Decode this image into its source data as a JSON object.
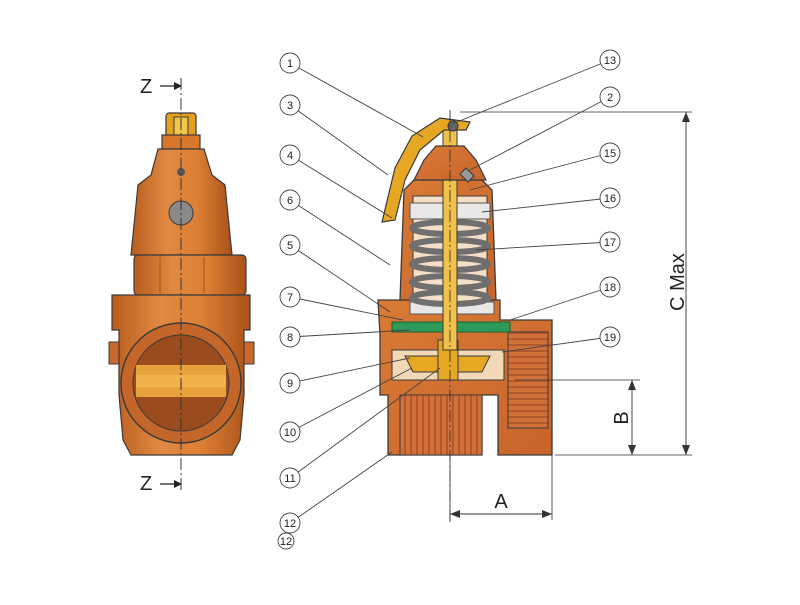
{
  "section_markers": {
    "top": "Z",
    "bottom": "Z"
  },
  "callouts": [
    {
      "id": "callout-1",
      "label": "1"
    },
    {
      "id": "callout-2",
      "label": "2"
    },
    {
      "id": "callout-3",
      "label": "3"
    },
    {
      "id": "callout-4",
      "label": "4"
    },
    {
      "id": "callout-5",
      "label": "5"
    },
    {
      "id": "callout-6",
      "label": "6"
    },
    {
      "id": "callout-7",
      "label": "7"
    },
    {
      "id": "callout-8",
      "label": "8"
    },
    {
      "id": "callout-9",
      "label": "9"
    },
    {
      "id": "callout-10",
      "label": "10"
    },
    {
      "id": "callout-11",
      "label": "11"
    },
    {
      "id": "callout-12",
      "label": "12"
    },
    {
      "id": "callout-12b",
      "label": "12"
    },
    {
      "id": "callout-13",
      "label": "13"
    },
    {
      "id": "callout-15",
      "label": "15"
    },
    {
      "id": "callout-16",
      "label": "16"
    },
    {
      "id": "callout-17",
      "label": "17"
    },
    {
      "id": "callout-18",
      "label": "18"
    },
    {
      "id": "callout-19",
      "label": "19"
    }
  ],
  "dimensions": {
    "a": "A",
    "b": "B",
    "c": "C Max"
  },
  "colors": {
    "body": "#d9772d",
    "body_dark": "#b9581a",
    "lever": "#e6a722",
    "spring": "#7a7a7a",
    "seal": "#2e9a57",
    "outline": "#3a3a3a"
  }
}
